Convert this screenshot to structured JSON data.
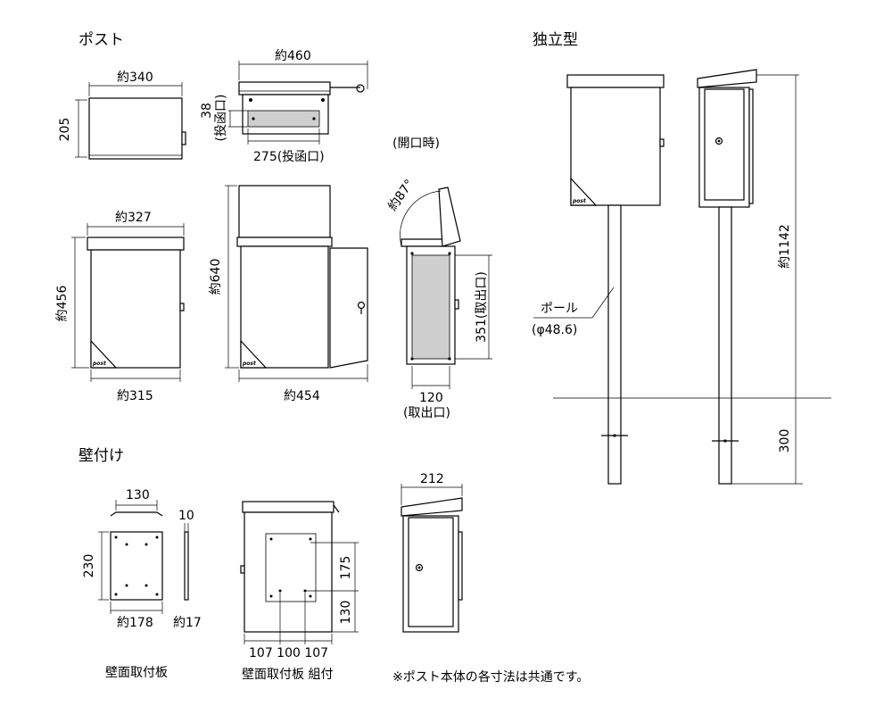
{
  "sections": {
    "post": "ポスト",
    "standalone": "独立型",
    "wall_mounted": "壁付け"
  },
  "dims": {
    "top_width": "約340",
    "top_depth": "205",
    "slot_height_line1": "38",
    "slot_height_line2": "(投函口)",
    "open_width": "約460",
    "slot_width": "275(投函口)",
    "open_state": "(開口時)",
    "front_width_top": "約327",
    "front_height": "約456",
    "front_width_bottom": "約315",
    "open_height": "約640",
    "open_total_width": "約454",
    "open_angle": "約87°",
    "takeout_height": "351(取出口)",
    "takeout_width_line1": "120",
    "takeout_width_line2": "(取出口)",
    "plate_width_top": "130",
    "plate_height": "230",
    "plate_width_bottom": "約178",
    "plate_thickness": "10",
    "plate_depth": "約17",
    "assembled_vertical_1": "175",
    "assembled_vertical_2": "130",
    "assembled_horizontal": "107 100 107",
    "side_width": "212",
    "pole_total_height": "約1142",
    "pole_buried": "300"
  },
  "captions": {
    "wall_plate": "壁面取付板",
    "wall_plate_assembled": "壁面取付板 組付",
    "pole_label": "ポール",
    "pole_diameter": "(φ48.6)",
    "note": "※ポスト本体の各寸法は共通です。"
  },
  "logo_text": "post"
}
